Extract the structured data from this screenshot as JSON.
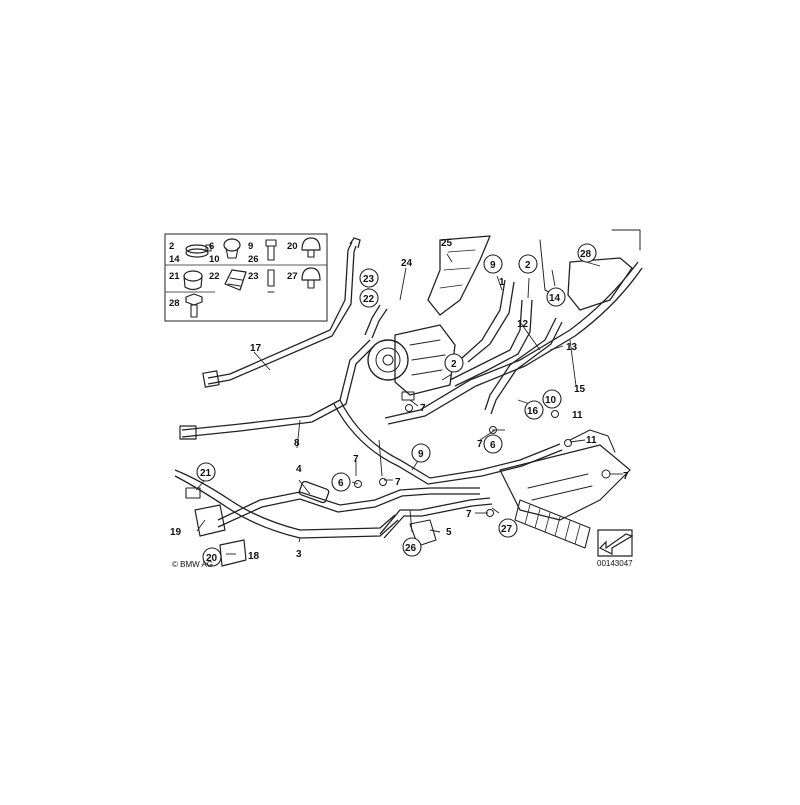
{
  "diagram": {
    "copyright": "© BMW AG",
    "drawing_number": "00143047",
    "kit_labels": [
      "2",
      "14",
      "6",
      "10",
      "9",
      "26",
      "20",
      "21",
      "22",
      "23",
      "27",
      "28"
    ],
    "callouts": {
      "c1": "1",
      "c2a": "2",
      "c2b": "2",
      "c3": "3",
      "c4": "4",
      "c5": "5",
      "c6a": "6",
      "c6b": "6",
      "c7a": "7",
      "c7b": "7",
      "c7c": "7",
      "c7d": "7",
      "c7e": "7",
      "c7f": "7",
      "c8": "8",
      "c9a": "9",
      "c9b": "9",
      "c10": "10",
      "c11a": "11",
      "c11b": "11",
      "c12": "12",
      "c13": "13",
      "c14": "14",
      "c15": "15",
      "c16": "16",
      "c17": "17",
      "c18": "18",
      "c19": "19",
      "c20": "20",
      "c21": "21",
      "c22": "22",
      "c23": "23",
      "c24": "24",
      "c25": "25",
      "c26": "26",
      "c27": "27",
      "c28": "28"
    },
    "colors": {
      "line": "#222222",
      "badge_fill": "#ffffff",
      "arrow_fill": "#ffffff"
    }
  }
}
